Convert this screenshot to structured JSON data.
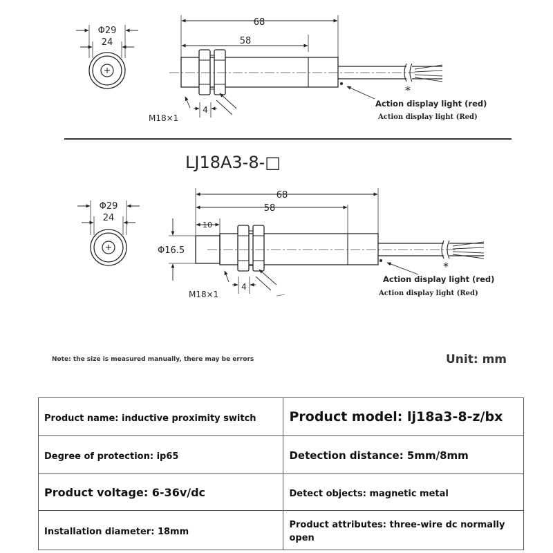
{
  "dimensions": {
    "outer_diameter": "Φ29",
    "nut_width": "24",
    "total_length": "68",
    "body_length": "58",
    "thread": "M18×1",
    "nut_thickness": "4",
    "face_length": "10",
    "face_diameter": "Φ16.5",
    "asterisk": "*"
  },
  "callouts": {
    "light_label_sans": "Action display light (red)",
    "light_label_serif": "Action display light (Red)"
  },
  "model_heading": "LJ18A3-8-□",
  "note": "Note: the size is measured manually, there may be errors",
  "unit": "Unit: mm",
  "specs": [
    [
      "Product name: inductive proximity switch",
      "Product model: lj18a3-8-z/bx"
    ],
    [
      "Degree of protection: ip65",
      "Detection distance: 5mm/8mm"
    ],
    [
      "Product voltage: 6-36v/dc",
      "Detect objects: magnetic metal"
    ],
    [
      "Installation diameter: 18mm",
      "Product attributes: three-wire dc normally open"
    ]
  ],
  "colors": {
    "line": "#222222",
    "table_border": "#555555",
    "text": "#111111"
  }
}
